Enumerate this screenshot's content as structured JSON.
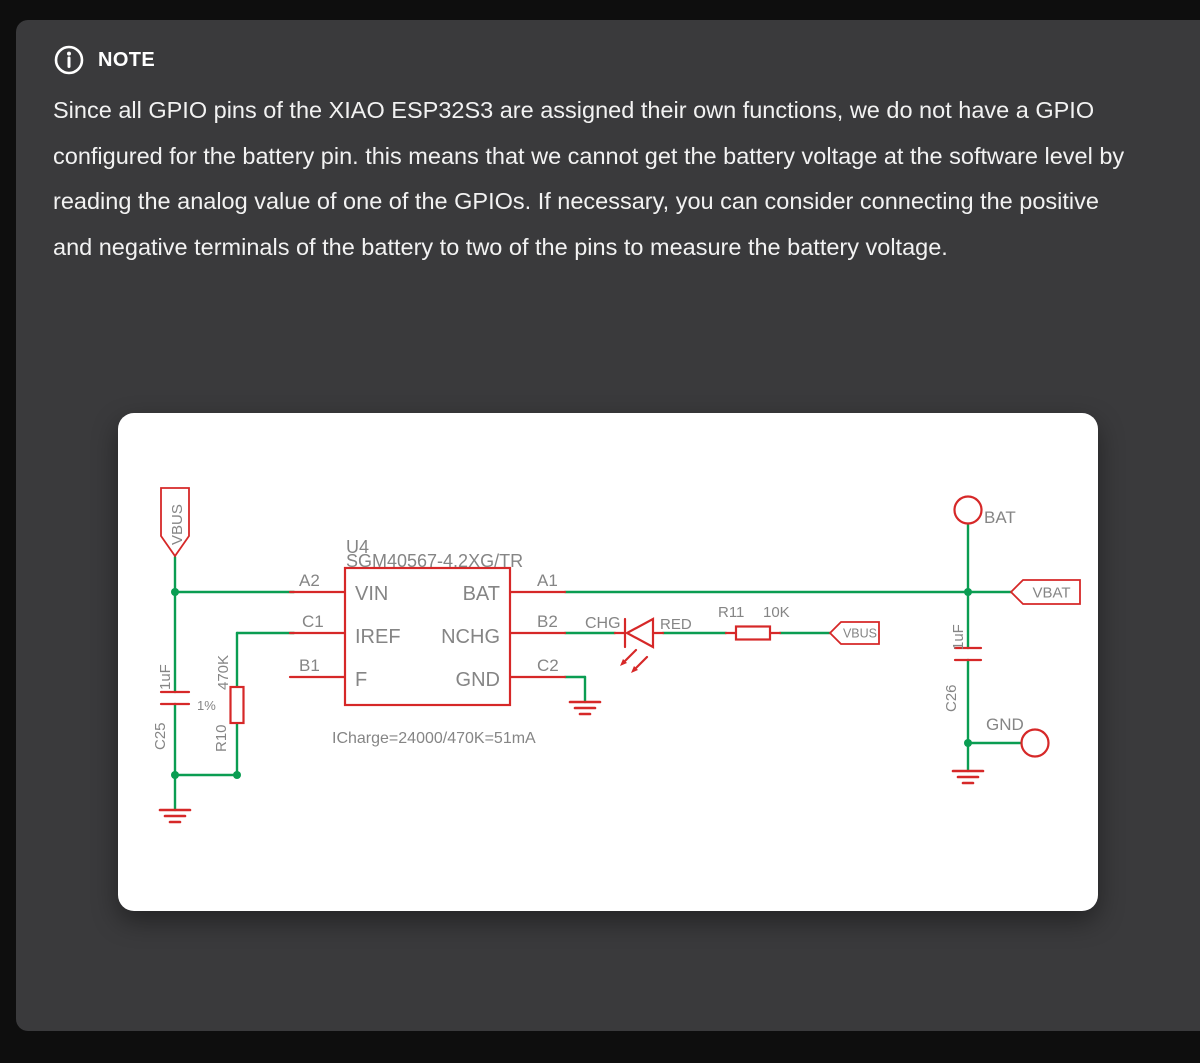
{
  "note": {
    "label": "NOTE",
    "body": "Since all GPIO pins of the XIAO ESP32S3 are assigned their own functions, we do not have a GPIO configured for the battery pin. this means that we cannot get the battery voltage at the software level by reading the analog value of one of the GPIOs. If necessary, you can consider connecting the positive and negative terminals of the battery to two of the pins to measure the battery voltage."
  },
  "schematic": {
    "ic": {
      "refdes": "U4",
      "part": "SGM40567-4.2XG/TR",
      "left_pins": [
        {
          "num": "A2",
          "name": "VIN"
        },
        {
          "num": "C1",
          "name": "IREF"
        },
        {
          "num": "B1",
          "name": "F"
        }
      ],
      "right_pins": [
        {
          "num": "A1",
          "name": "BAT"
        },
        {
          "num": "B2",
          "name": "NCHG"
        },
        {
          "num": "C2",
          "name": "GND"
        }
      ]
    },
    "c25": {
      "ref": "C25",
      "value": "1uF"
    },
    "r10": {
      "ref": "R10",
      "value": "470K",
      "tolerance": "1%"
    },
    "c26": {
      "ref": "C26",
      "value": "1uF"
    },
    "r11": {
      "ref": "R11",
      "value": "10K"
    },
    "led": {
      "color": "RED"
    },
    "flags": {
      "vbus_left": "VBUS",
      "vbus_right": "VBUS",
      "vbat": "VBAT"
    },
    "power": {
      "bat": "BAT",
      "gnd": "GND"
    },
    "net_labels": {
      "chg": "CHG"
    },
    "annotation": "ICharge=24000/470K=51mA",
    "colors": {
      "wire_green": "#0a9d52",
      "component_red": "#d62828",
      "label_gray": "#858585",
      "annotation_yellow": "#b9b516"
    }
  }
}
